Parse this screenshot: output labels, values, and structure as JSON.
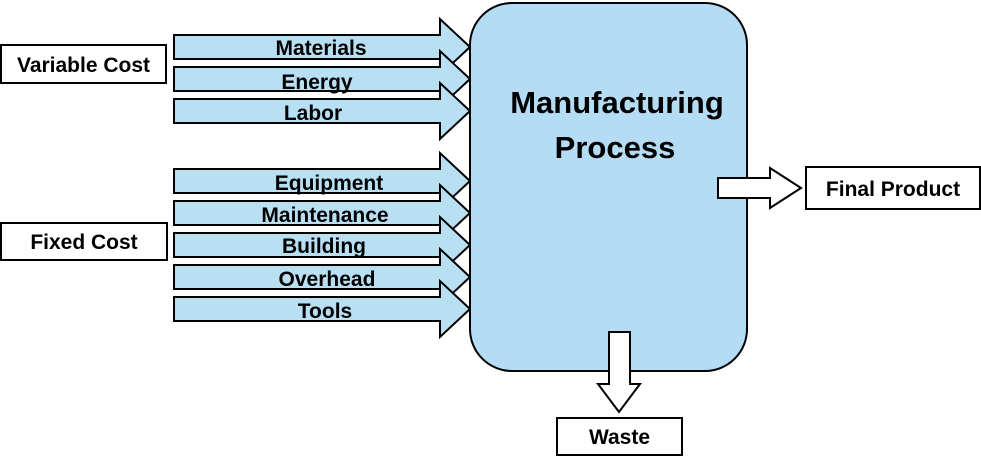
{
  "colors": {
    "arrow_fill": "#B9DFF3",
    "process_fill": "#B4DDF5",
    "stroke": "#000000",
    "box_fill": "#FFFFFF"
  },
  "cost_groups": {
    "variable": "Variable Cost",
    "fixed": "Fixed Cost"
  },
  "inputs": {
    "variable": [
      "Materials",
      "Energy",
      "Labor"
    ],
    "fixed": [
      "Equipment",
      "Maintenance",
      "Building",
      "Overhead",
      "Tools"
    ]
  },
  "process": {
    "line1": "Manufacturing",
    "line2": "Process"
  },
  "outputs": {
    "product": "Final Product",
    "waste": "Waste"
  }
}
